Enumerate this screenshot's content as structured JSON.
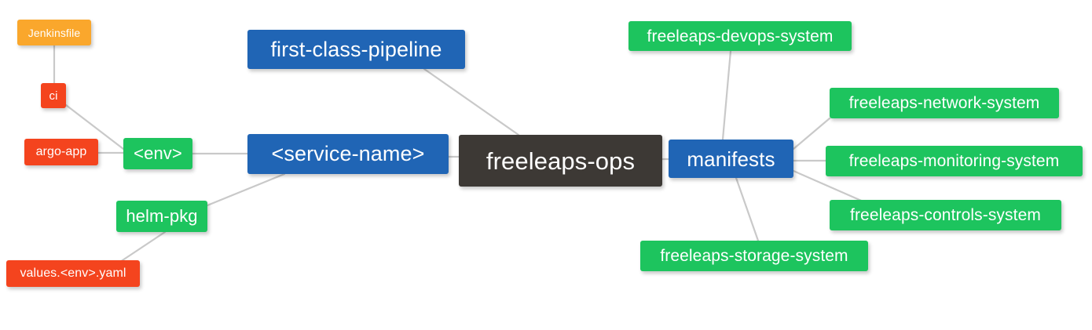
{
  "diagram": {
    "title": "freeleaps-ops mind map",
    "background": "#ffffff",
    "edge_color": "#c9c9c9",
    "palette": {
      "root": "#3d3935",
      "blue": "#2065b5",
      "green": "#1dc45e",
      "orange": "#faa72c",
      "red": "#f4441e",
      "text": "#ffffff"
    }
  },
  "nodes": {
    "jenkinsfile": {
      "label": "Jenkinsfile",
      "color": "#faa72c"
    },
    "ci": {
      "label": "ci",
      "color": "#f4441e"
    },
    "argo_app": {
      "label": "argo-app",
      "color": "#f4441e"
    },
    "env": {
      "label": "<env>",
      "color": "#1dc45e"
    },
    "helm_pkg": {
      "label": "helm-pkg",
      "color": "#1dc45e"
    },
    "values_yaml": {
      "label": "values.<env>.yaml",
      "color": "#f4441e"
    },
    "first_class_pipeline": {
      "label": "first-class-pipeline",
      "color": "#2065b5"
    },
    "service_name": {
      "label": "<service-name>",
      "color": "#2065b5"
    },
    "freeleaps_ops": {
      "label": "freeleaps-ops",
      "color": "#3d3935"
    },
    "manifests": {
      "label": "manifests",
      "color": "#2065b5"
    },
    "devops_system": {
      "label": "freeleaps-devops-system",
      "color": "#1dc45e"
    },
    "network_system": {
      "label": "freeleaps-network-system",
      "color": "#1dc45e"
    },
    "monitoring_system": {
      "label": "freeleaps-monitoring-system",
      "color": "#1dc45e"
    },
    "controls_system": {
      "label": "freeleaps-controls-system",
      "color": "#1dc45e"
    },
    "storage_system": {
      "label": "freeleaps-storage-system",
      "color": "#1dc45e"
    }
  },
  "edges": [
    {
      "from": "jenkinsfile",
      "to": "ci"
    },
    {
      "from": "ci",
      "to": "env"
    },
    {
      "from": "argo_app",
      "to": "env"
    },
    {
      "from": "env",
      "to": "service_name"
    },
    {
      "from": "helm_pkg",
      "to": "service_name"
    },
    {
      "from": "values_yaml",
      "to": "helm_pkg"
    },
    {
      "from": "first_class_pipeline",
      "to": "freeleaps_ops"
    },
    {
      "from": "service_name",
      "to": "freeleaps_ops"
    },
    {
      "from": "freeleaps_ops",
      "to": "manifests"
    },
    {
      "from": "manifests",
      "to": "devops_system"
    },
    {
      "from": "manifests",
      "to": "network_system"
    },
    {
      "from": "manifests",
      "to": "monitoring_system"
    },
    {
      "from": "manifests",
      "to": "controls_system"
    },
    {
      "from": "manifests",
      "to": "storage_system"
    }
  ]
}
